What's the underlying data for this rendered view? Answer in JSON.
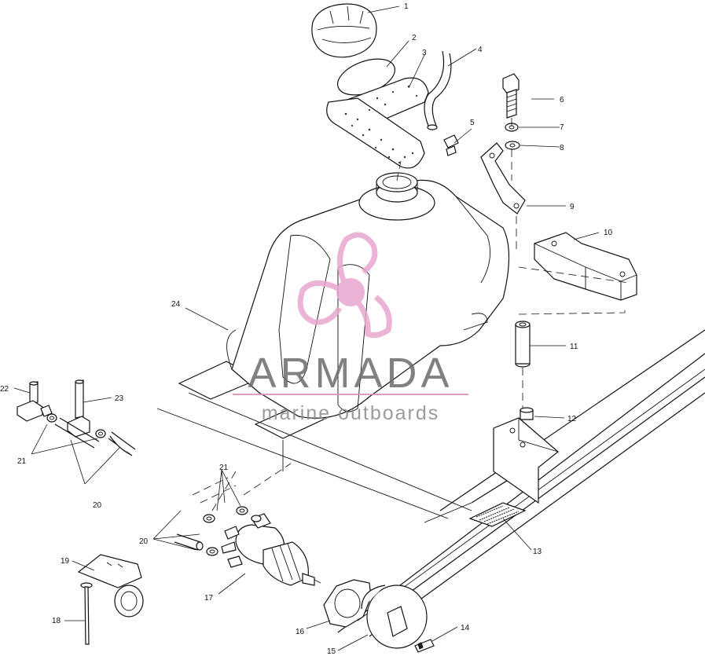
{
  "watermark": {
    "brand": "ARMADA",
    "tagline": "marine outboards",
    "logo_icon": "propeller-logo-icon",
    "logo_color": "#e8a6cf",
    "text_color": "#6c6c6c"
  },
  "callouts": {
    "c1": "1",
    "c2": "2",
    "c3": "3",
    "c4": "4",
    "c5": "5",
    "c6": "6",
    "c7": "7",
    "c8": "8",
    "c9": "9",
    "c10": "10",
    "c11": "11",
    "c12": "12",
    "c13": "13",
    "c14": "14",
    "c15": "15",
    "c16": "16",
    "c17": "17",
    "c18": "18",
    "c19": "19",
    "c20a": "20",
    "c20b": "20",
    "c21a": "21",
    "c21b": "21",
    "c22": "22",
    "c23": "23",
    "c24": "24"
  }
}
